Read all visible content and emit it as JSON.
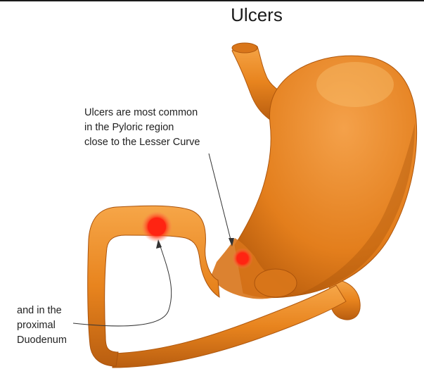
{
  "title": "Ulcers",
  "annotations": {
    "pyloric": [
      "Ulcers are most common",
      "in the Pyloric region",
      "close to the Lesser Curve"
    ],
    "duodenum": [
      "and  in the",
      "proximal",
      "Duodenum"
    ]
  },
  "colors": {
    "organ_fill": "#E8841E",
    "organ_shadow": "#A94F08",
    "organ_highlight": "#F8B45A",
    "ulcer": "#FF2A10",
    "ulcer_glow": "#FF8A5A"
  }
}
